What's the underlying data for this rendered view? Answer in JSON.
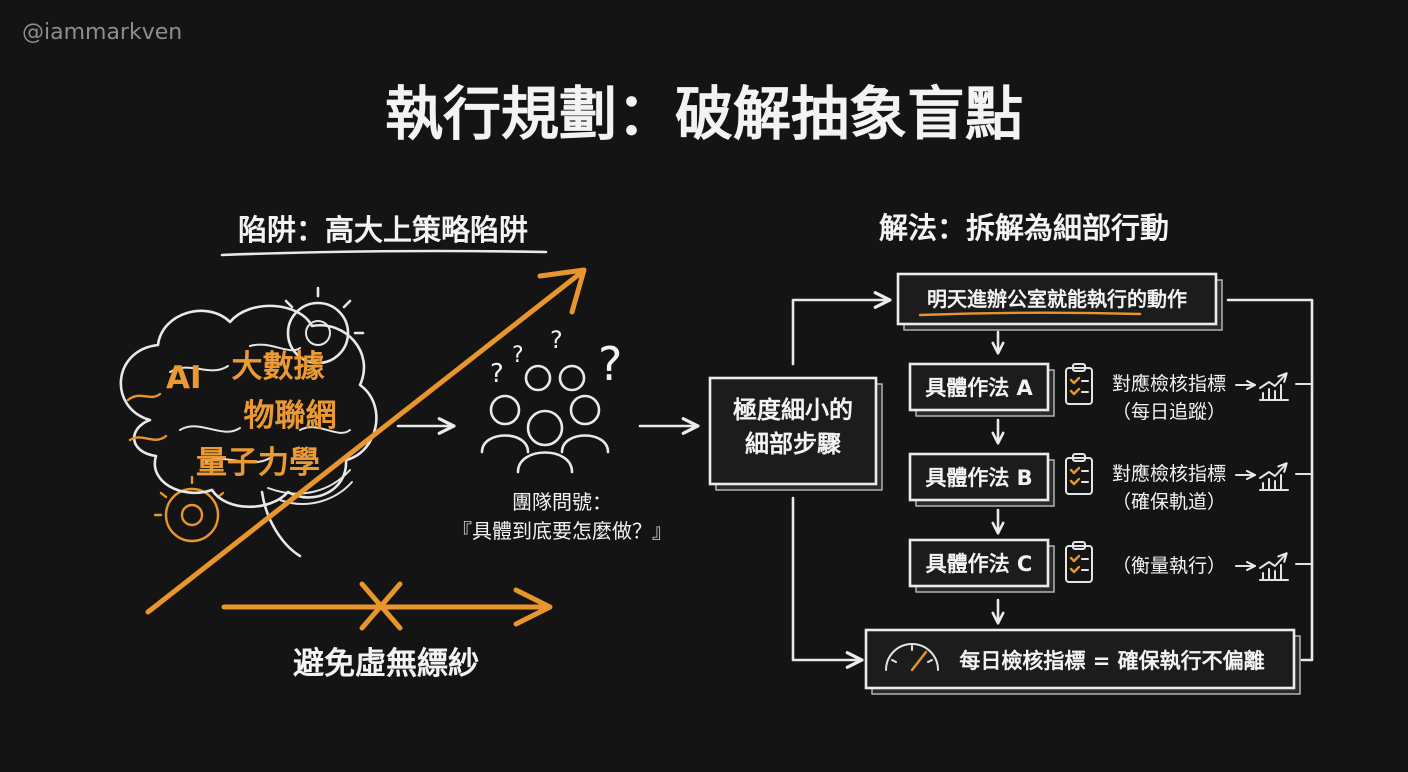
{
  "watermark": "@iammarkven",
  "title": "執行規劃：破解抽象盲點",
  "left": {
    "heading": "陷阱：高大上策略陷阱",
    "buzzwords": [
      "AI",
      "大數據",
      "物聯網",
      "量子力學"
    ],
    "team_question_line1": "團隊問號：",
    "team_question_line2": "『具體到底要怎麼做？』",
    "avoid_label": "避免虛無縹紗"
  },
  "right": {
    "heading": "解法：拆解為細部行動",
    "tiny_steps_line1": "極度細小的",
    "tiny_steps_line2": "細部步驟",
    "top_action": "明天進辦公室就能執行的動作",
    "methods": [
      {
        "label": "具體作法 A",
        "note_line1": "對應檢核指標",
        "note_line2": "（每日追蹤）"
      },
      {
        "label": "具體作法 B",
        "note_line1": "對應檢核指標",
        "note_line2": "（確保軌道）"
      },
      {
        "label": "具體作法 C",
        "note_line1": "",
        "note_line2": "（衡量執行）"
      }
    ],
    "bottom_summary": "每日檢核指標 = 確保執行不偏離"
  },
  "colors": {
    "accent": "#e8962c",
    "background": "#141414",
    "chalk": "#e9e9e9"
  },
  "icons": [
    "brain-icon",
    "gear-icon",
    "team-icon",
    "question-mark-icon",
    "clipboard-icon",
    "growth-chart-icon",
    "gauge-icon",
    "arrow-icon"
  ]
}
